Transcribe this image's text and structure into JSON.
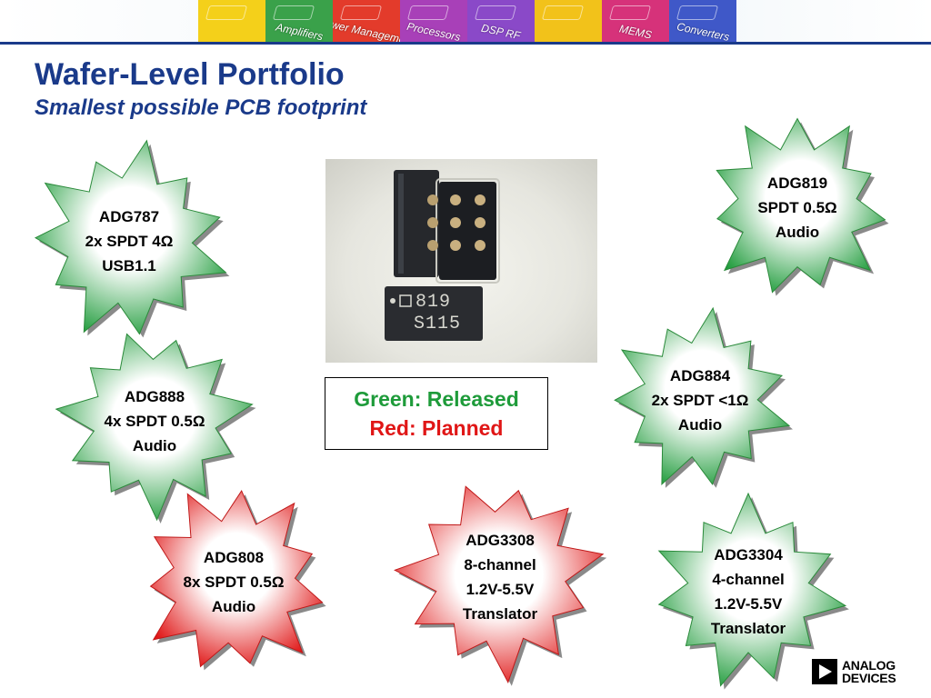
{
  "banner": {
    "tiles": [
      {
        "label": "",
        "color": "#f4d01a"
      },
      {
        "label": "Amplifiers",
        "color": "#3aa14a"
      },
      {
        "label": "Power Management",
        "color": "#e33b2b"
      },
      {
        "label": "Processors",
        "color": "#a840b8"
      },
      {
        "label": "DSP RF",
        "color": "#8a49c8"
      },
      {
        "label": "",
        "color": "#f2c21a"
      },
      {
        "label": "MEMS",
        "color": "#d6327a"
      },
      {
        "label": "Converters",
        "color": "#3f58c8"
      }
    ]
  },
  "header": {
    "title": "Wafer-Level Portfolio",
    "subtitle": "Smallest possible PCB footprint"
  },
  "photo": {
    "chip_marking_line1": "819",
    "chip_marking_line2": "S115"
  },
  "legend": {
    "released": "Green: Released",
    "planned": "Red: Planned"
  },
  "colors": {
    "title": "#1a3a8a",
    "released_green": "#1e9b3a",
    "planned_red": "#e01616"
  },
  "products": [
    {
      "status": "released",
      "lines": [
        "ADG787",
        "2x SPDT 4Ω",
        "USB1.1"
      ]
    },
    {
      "status": "released",
      "lines": [
        "ADG819",
        "SPDT 0.5Ω",
        "Audio"
      ]
    },
    {
      "status": "released",
      "lines": [
        "ADG888",
        "4x SPDT 0.5Ω",
        "Audio"
      ]
    },
    {
      "status": "released",
      "lines": [
        "ADG884",
        "2x SPDT <1Ω",
        "Audio"
      ]
    },
    {
      "status": "planned",
      "lines": [
        "ADG808",
        "8x SPDT 0.5Ω",
        "Audio"
      ]
    },
    {
      "status": "planned",
      "lines": [
        "ADG3308",
        "8-channel",
        "1.2V-5.5V",
        "Translator"
      ]
    },
    {
      "status": "released",
      "lines": [
        "ADG3304",
        "4-channel",
        "1.2V-5.5V",
        "Translator"
      ]
    }
  ],
  "logo": {
    "line1": "ANALOG",
    "line2": "DEVICES"
  }
}
